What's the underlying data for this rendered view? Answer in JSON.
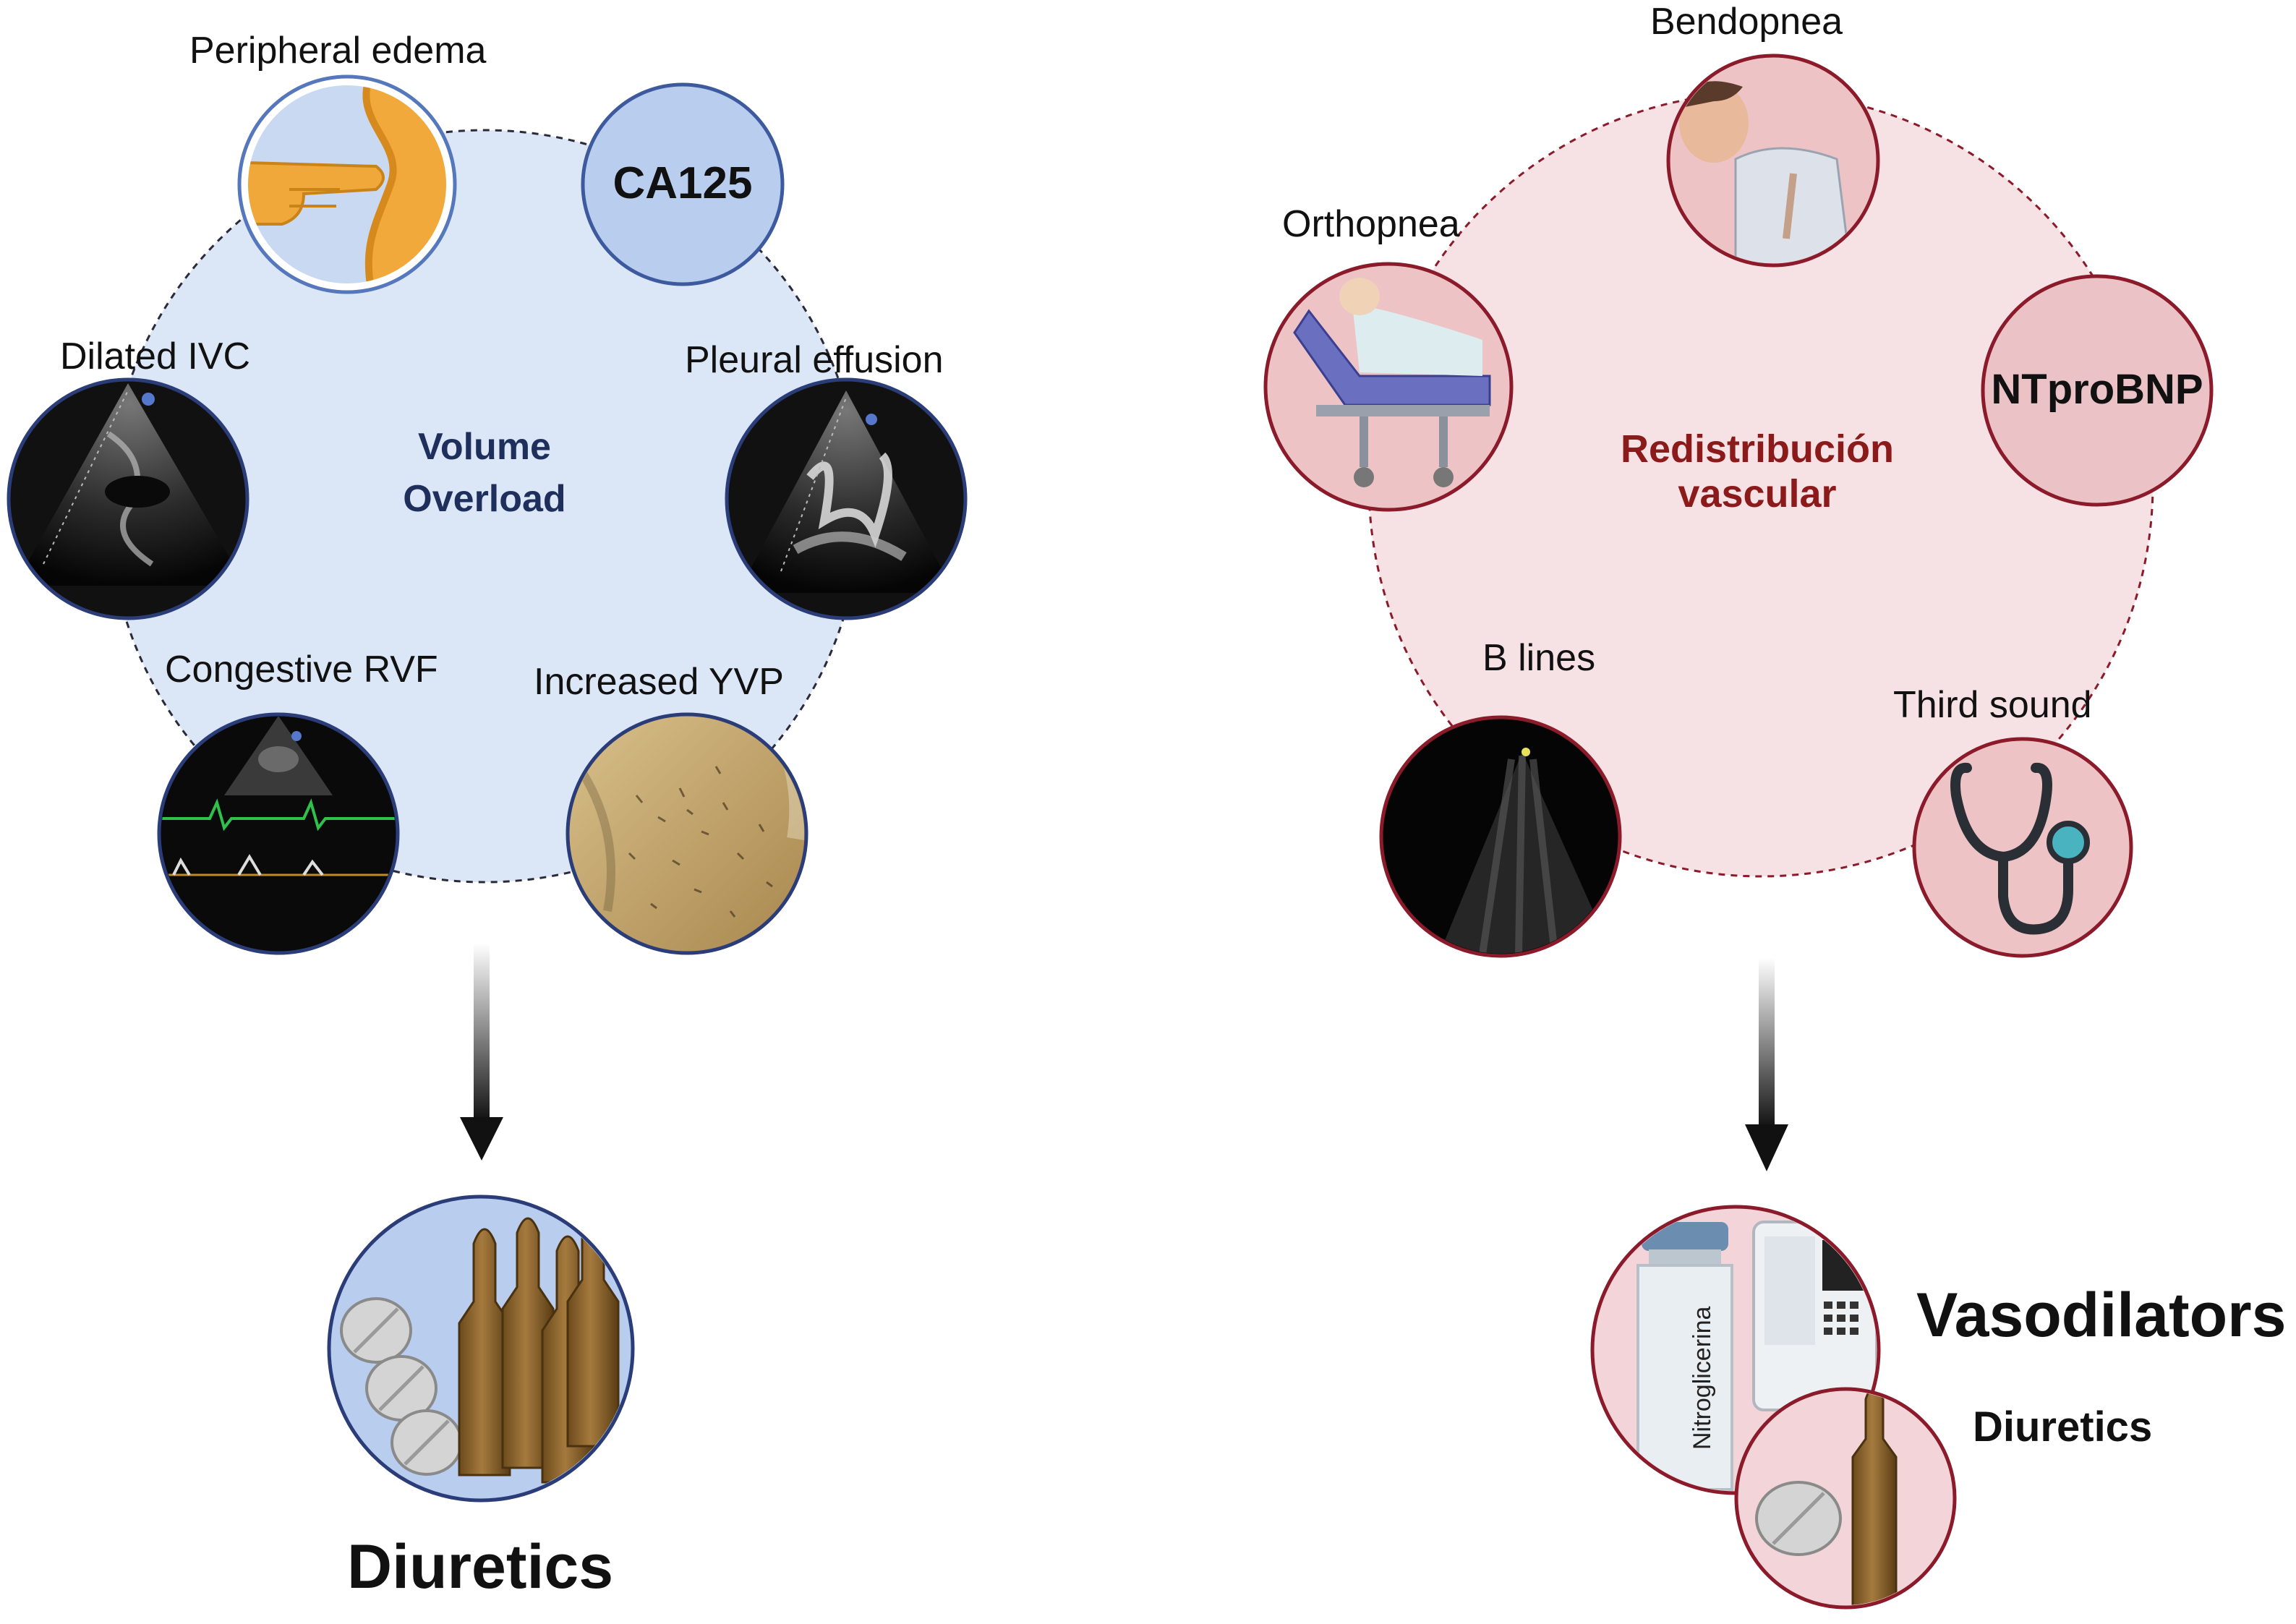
{
  "left_panel": {
    "center_title": "Volume\nOverload",
    "center_color": "#1f2f5c",
    "fill_color": "#dbe6f6",
    "nodes": {
      "peripheral_edema": "Peripheral edema",
      "ca125": "CA125",
      "dilated_ivc": "Dilated IVC",
      "pleural_effusion": "Pleural effusion",
      "congestive_rvf": "Congestive RVF",
      "increased_yvp": "Increased YVP"
    },
    "treatment": "Diuretics"
  },
  "right_panel": {
    "center_title": "Redistribución\nvascular",
    "center_color": "#8b1a1a",
    "fill_color": "#f6e1e5",
    "nodes": {
      "bendopnea": "Bendopnea",
      "orthopnea": "Orthopnea",
      "ntprobnp": "NTproBNP",
      "b_lines": "B lines",
      "third_sound": "Third sound"
    },
    "treatment_primary": "Vasodilators",
    "treatment_secondary": "Diuretics",
    "vial_label": "Nitroglicerina"
  }
}
